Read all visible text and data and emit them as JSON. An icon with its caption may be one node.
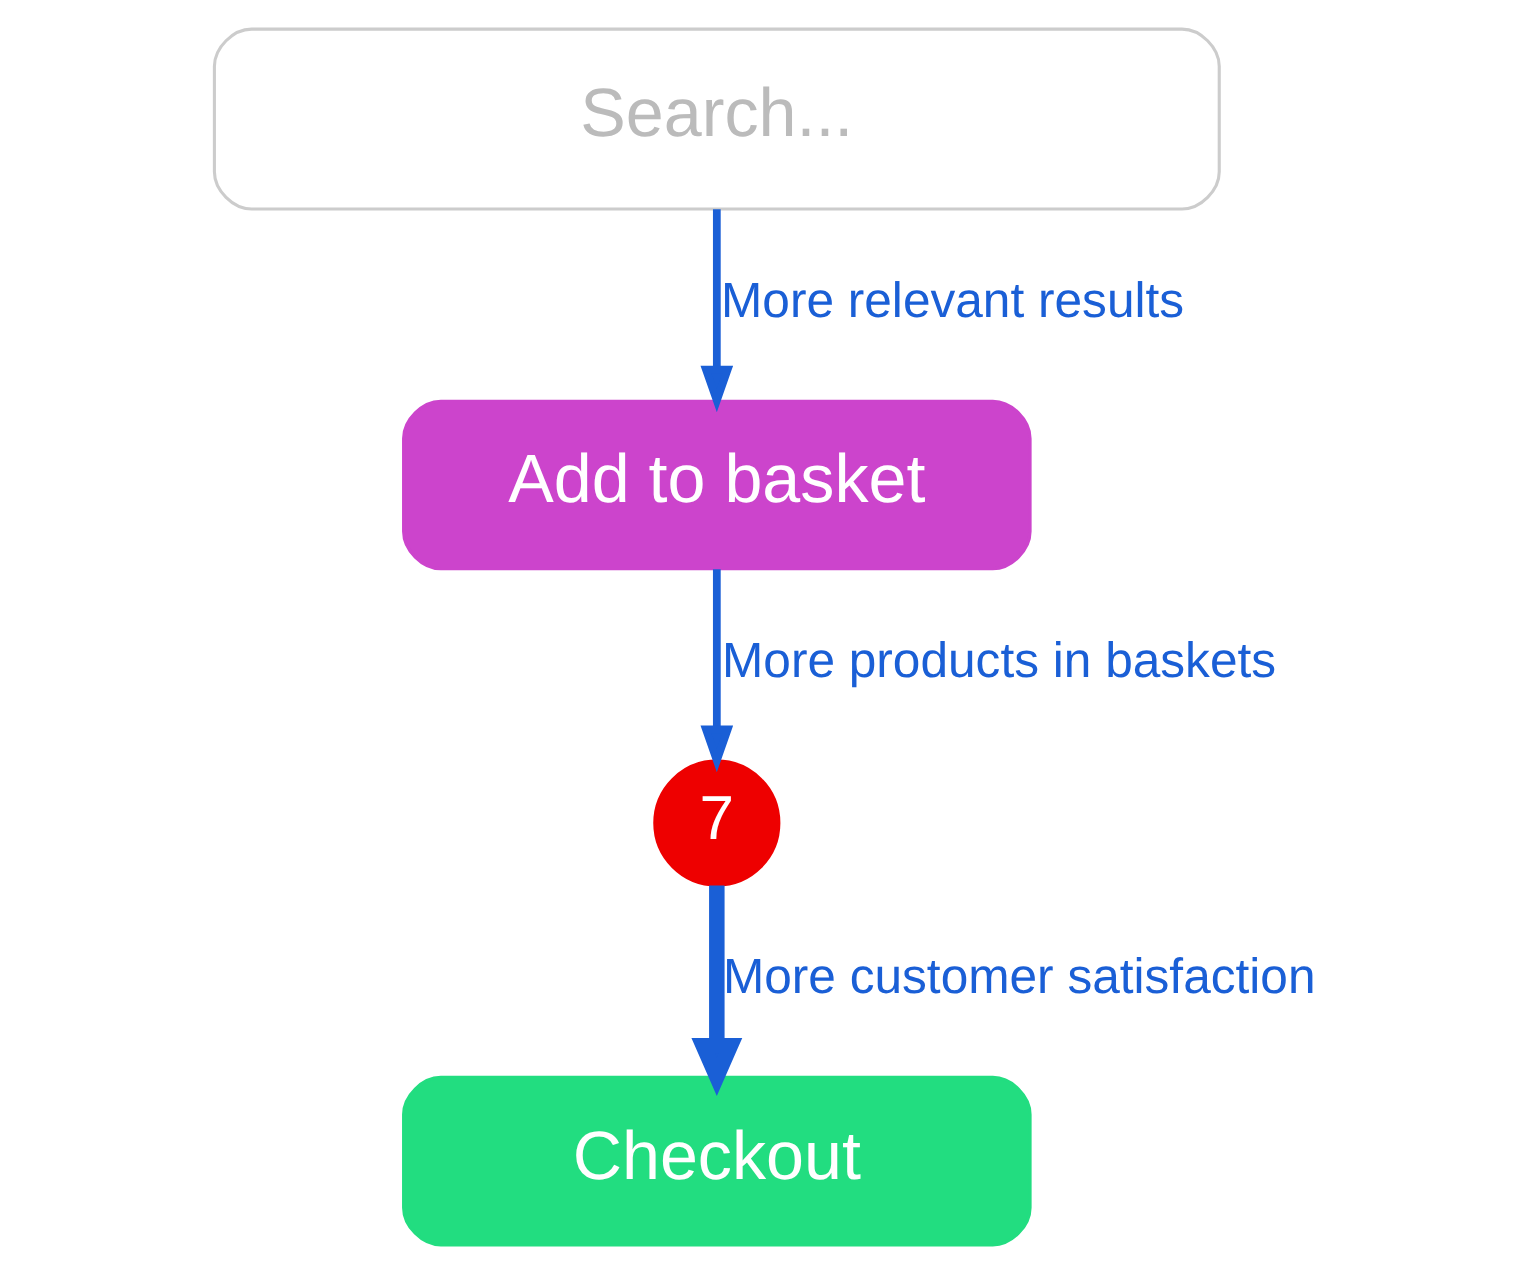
{
  "diagram": {
    "nodes": [
      {
        "text": [
          "Search..."
        ]
      },
      {
        "text": [
          "Add to basket"
        ]
      },
      {
        "text": [
          "7"
        ]
      },
      {
        "text": [
          "Checkout"
        ]
      }
    ],
    "edges": [
      {
        "from": 0,
        "to": 1,
        "arrow": "to",
        "label": "More relevant results"
      },
      {
        "from": 1,
        "to": 2,
        "arrow": "to",
        "label": "More products in baskets"
      },
      {
        "from": 2,
        "to": 3,
        "arrow": "to",
        "label": "More customer satisfaction",
        "style": "thick"
      }
    ]
  }
}
